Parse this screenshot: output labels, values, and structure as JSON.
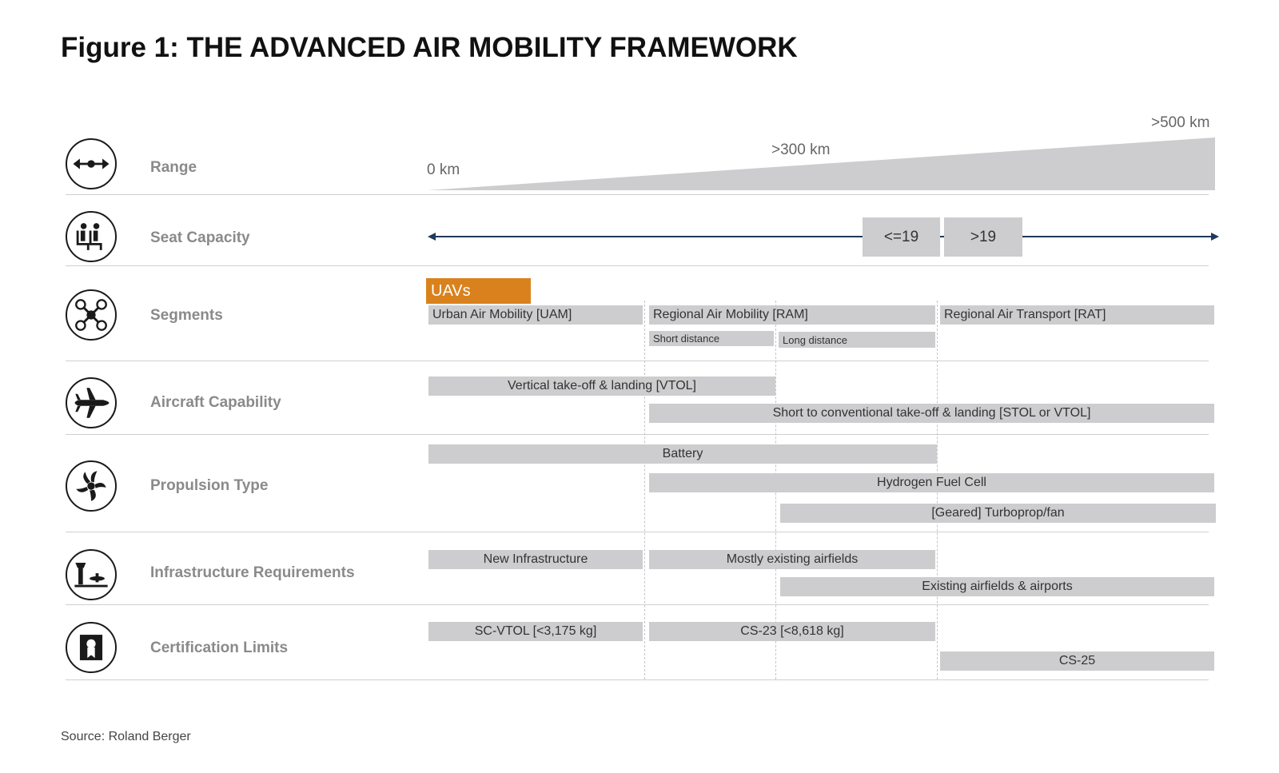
{
  "title": "Figure 1: THE ADVANCED AIR MOBILITY FRAMEWORK",
  "source": "Source: Roland Berger",
  "rows": {
    "range": "Range",
    "seat_capacity": "Seat Capacity",
    "segments": "Segments",
    "aircraft_capability": "Aircraft Capability",
    "propulsion_type": "Propulsion Type",
    "infrastructure": "Infrastructure Requirements",
    "certification": "Certification Limits"
  },
  "icons": {
    "range": "double-arrow-icon",
    "seat_capacity": "seats-icon",
    "segments": "drone-icon",
    "aircraft_capability": "airplane-icon",
    "propulsion_type": "fan-icon",
    "infrastructure": "control-tower-icon",
    "certification": "certificate-icon"
  },
  "range": {
    "start": "0 km",
    "mid": ">300 km",
    "end": ">500 km"
  },
  "seat_capacity": {
    "low": "<=19",
    "high": ">19"
  },
  "segments": {
    "uav": "UAVs",
    "uam": "Urban Air Mobility [UAM]",
    "ram": "Regional Air Mobility [RAM]",
    "rat": "Regional Air Transport [RAT]",
    "short": "Short distance",
    "long": "Long distance"
  },
  "aircraft_capability": {
    "vtol": "Vertical take-off & landing [VTOL]",
    "stol": "Short to conventional take-off & landing [STOL or VTOL]"
  },
  "propulsion_type": {
    "battery": "Battery",
    "hydrogen": "Hydrogen Fuel Cell",
    "turbo": "[Geared] Turboprop/fan"
  },
  "infrastructure": {
    "new": "New Infrastructure",
    "mostly": "Mostly existing airfields",
    "existing": "Existing airfields & airports"
  },
  "certification": {
    "sc_vtol": "SC-VTOL [<3,175 kg]",
    "cs23": "CS-23 [<8,618 kg]",
    "cs25": "CS-25"
  },
  "colors": {
    "bar": "#cdcdcf",
    "uav": "#d9821d",
    "arrow": "#1f3a5a",
    "label": "#8a8a8a"
  }
}
